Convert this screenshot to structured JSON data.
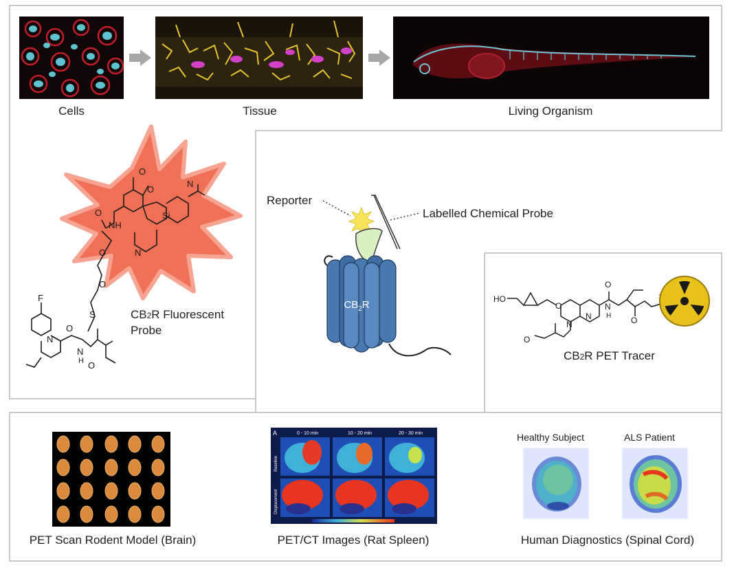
{
  "top_row": {
    "cells_label": "Cells",
    "tissue_label": "Tissue",
    "organism_label": "Living Organism"
  },
  "center": {
    "reporter_label": "Reporter",
    "probe_label": "Labelled Chemical Probe",
    "receptor_label": "CB",
    "receptor_sub": "2",
    "receptor_suffix": "R"
  },
  "fluorescent_probe": {
    "label_prefix": "CB",
    "label_sub": "2",
    "label_line1_suffix": "R Fluorescent",
    "label_line2": "Probe",
    "atom_labels": [
      "O",
      "O",
      "O",
      "NH",
      "O",
      "O",
      "S",
      "N",
      "N",
      "Si",
      "F",
      "N",
      "O",
      "O",
      "N",
      "H"
    ]
  },
  "pet_tracer": {
    "label_prefix": "CB",
    "label_sub": "2",
    "label_suffix": "R PET Tracer",
    "atom_labels": [
      "HO",
      "O",
      "N",
      "N",
      "O",
      "N",
      "H",
      "O",
      "O",
      "18",
      "F"
    ]
  },
  "bottom_row": {
    "rodent_label": "PET Scan Rodent Model (Brain)",
    "ct_label": "PET/CT Images (Rat Spleen)",
    "human_label": "Human Diagnostics (Spinal Cord)",
    "healthy_label": "Healthy Subject",
    "als_label": "ALS Patient",
    "ct_panel_letter": "A",
    "ct_times": [
      "0 - 10 min",
      "10 - 20 min",
      "20 - 30 min"
    ],
    "ct_row_labels": [
      "Baseline",
      "Displacement"
    ]
  },
  "colors": {
    "frame": "#c9c9c9",
    "burst": "#f0694f",
    "receptor": "#4a78b0",
    "receptor_dark": "#2f5a8c",
    "reporter": "#f7e45a",
    "probe_body": "#d8f0c2",
    "radiation": "#e8c21a"
  }
}
